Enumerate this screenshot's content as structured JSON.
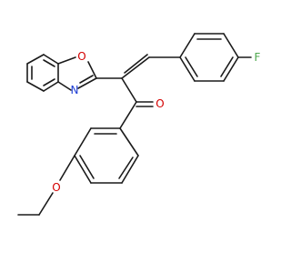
{
  "molecule": {
    "atoms": [
      {
        "id": "O_oxazole",
        "label": "O",
        "color": "#d40000"
      },
      {
        "id": "N_oxazole",
        "label": "N",
        "color": "#1f3fd6"
      },
      {
        "id": "O_carbonyl",
        "label": "O",
        "color": "#d40000"
      },
      {
        "id": "O_ether",
        "label": "O",
        "color": "#d40000"
      },
      {
        "id": "F",
        "label": "F",
        "color": "#4fa84f"
      }
    ],
    "bond_color": "#1a1a1a"
  }
}
